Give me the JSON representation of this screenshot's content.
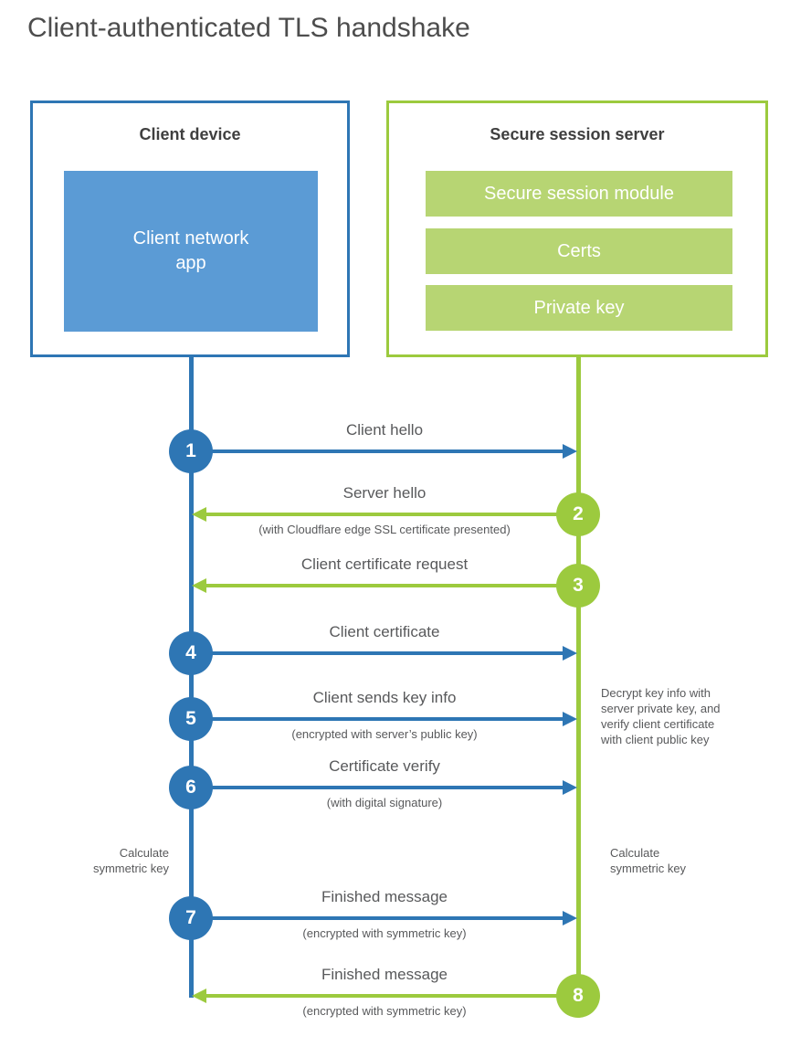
{
  "title": "Client-authenticated TLS handshake",
  "colors": {
    "blue_dark": "#2e76b4",
    "blue_light": "#5b9bd5",
    "green_dark": "#9cca3e",
    "green_light": "#b7d573",
    "heading_text": "#4d4d4d",
    "label_text": "#58595b"
  },
  "client_box": {
    "title": "Client device",
    "app_label": "Client network\napp"
  },
  "server_box": {
    "title": "Secure session server",
    "modules": [
      "Secure session module",
      "Certs",
      "Private key"
    ]
  },
  "steps": [
    {
      "num": "1",
      "label": "Client hello",
      "sublabel": "",
      "direction": "client-to-server"
    },
    {
      "num": "2",
      "label": "Server hello",
      "sublabel": "(with Cloudflare edge SSL certificate presented)",
      "direction": "server-to-client"
    },
    {
      "num": "3",
      "label": "Client certificate request",
      "sublabel": "",
      "direction": "server-to-client"
    },
    {
      "num": "4",
      "label": "Client certificate",
      "sublabel": "",
      "direction": "client-to-server"
    },
    {
      "num": "5",
      "label": "Client sends key info",
      "sublabel": "(encrypted with server’s public key)",
      "direction": "client-to-server"
    },
    {
      "num": "6",
      "label": "Certificate verify",
      "sublabel": "(with digital signature)",
      "direction": "client-to-server"
    },
    {
      "num": "7",
      "label": "Finished message",
      "sublabel": "(encrypted with symmetric key)",
      "direction": "client-to-server"
    },
    {
      "num": "8",
      "label": "Finished message",
      "sublabel": "(encrypted with symmetric key)",
      "direction": "server-to-client"
    }
  ],
  "notes": {
    "decrypt": "Decrypt key info with\nserver private key, and\nverify client certificate\nwith client public key",
    "calc_left": "Calculate\nsymmetric key",
    "calc_right": "Calculate\nsymmetric key"
  }
}
